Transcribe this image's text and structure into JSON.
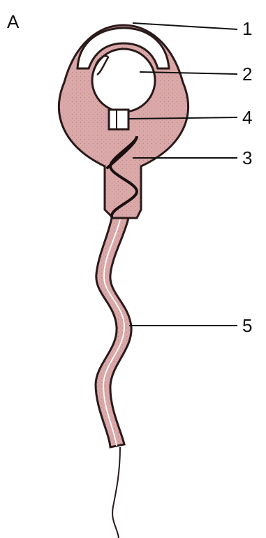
{
  "figure": {
    "panel_letter": "A",
    "labels": [
      "1",
      "2",
      "4",
      "3",
      "5"
    ]
  },
  "colors": {
    "cell_fill": "#dba9a9",
    "outline": "#2a1a1a",
    "interior": "#ffffff",
    "background": "#ffffff"
  }
}
